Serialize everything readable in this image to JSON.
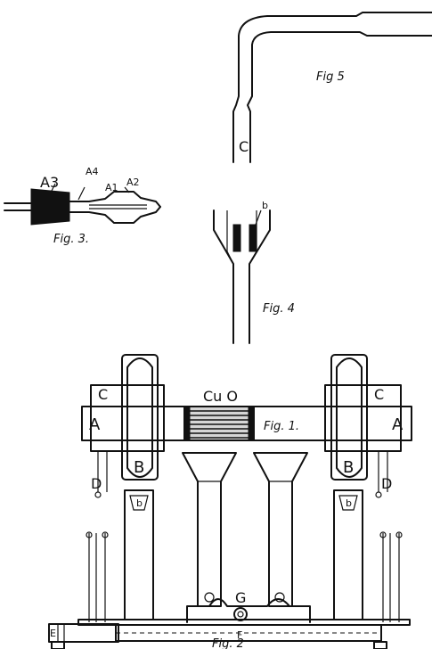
{
  "figures": {
    "fig1": {
      "caption": "Fig. 1.",
      "material": "Cu O",
      "left_label": "A",
      "right_label": "A",
      "clamp_left": "C",
      "clamp_right": "C",
      "post_left": "B",
      "post_right": "B",
      "wire_left": "D",
      "wire_right": "D"
    },
    "fig2": {
      "caption": "Fig. 2",
      "holder_left": "b",
      "holder_right": "b",
      "label_g": "G",
      "label_f": "F",
      "label_e": "E"
    },
    "fig3": {
      "caption": "Fig. 3.",
      "label_a1": "A1",
      "label_a2": "A2",
      "label_a3": "A3",
      "label_a4": "A4"
    },
    "fig4": {
      "caption": "Fig. 4",
      "label_b": "b"
    },
    "fig5": {
      "caption": "Fig 5",
      "label_c": "C"
    }
  }
}
